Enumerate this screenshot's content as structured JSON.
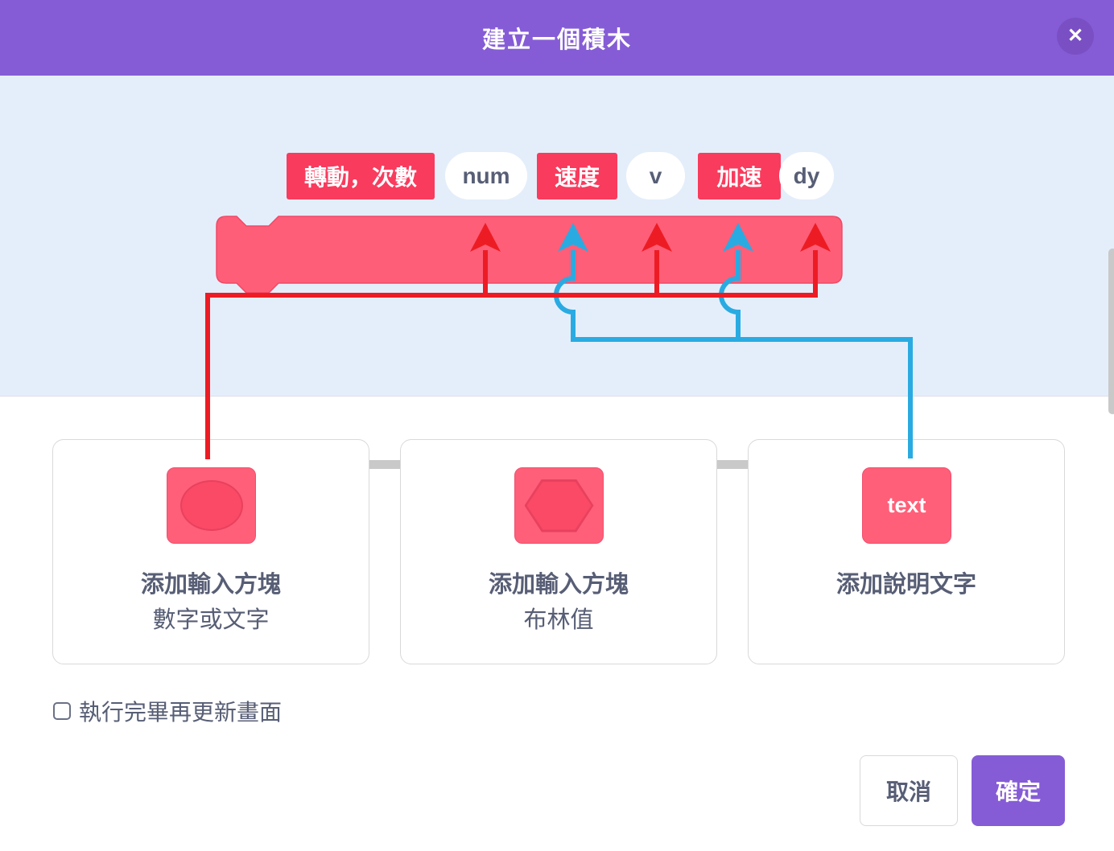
{
  "header": {
    "title": "建立一個積木"
  },
  "icons": {
    "close_icon": "✕"
  },
  "block_preview": {
    "parts": [
      {
        "type": "label-text",
        "text": "轉動，次數"
      },
      {
        "type": "number-input",
        "text": "num"
      },
      {
        "type": "label-text",
        "text": "速度"
      },
      {
        "type": "number-input",
        "text": "v"
      },
      {
        "type": "label-text",
        "text": "加速"
      },
      {
        "type": "number-input",
        "text": "dy"
      }
    ]
  },
  "annotations": {
    "red_arrow_targets": [
      "num",
      "v",
      "dy"
    ],
    "blue_arrow_targets": [
      "速度",
      "加速"
    ]
  },
  "cards": [
    {
      "icon": "oval-shape",
      "title": "添加輸入方塊",
      "subtitle": "數字或文字"
    },
    {
      "icon": "hexagon-shape",
      "title": "添加輸入方塊",
      "subtitle": "布林值"
    },
    {
      "icon": "text-shape",
      "icon_label": "text",
      "title": "添加說明文字"
    }
  ],
  "checkbox": {
    "label": "執行完畢再更新畫面",
    "checked": false
  },
  "footer": {
    "cancel_label": "取消",
    "ok_label": "確定"
  },
  "colors": {
    "header_bg": "#855cd6",
    "close_btn_bg": "#7a4fc4",
    "preview_bg": "#e4eefb",
    "block_fill": "#ff5e78",
    "block_stroke": "#ef4a67",
    "block_segment_bg": "#f93b5d",
    "block_text": "#ffffff",
    "oval_bg": "#ffffff",
    "oval_text": "#575e75",
    "arrow_red": "#ed1c24",
    "arrow_blue": "#29abe2",
    "card_border": "#d9d9d9",
    "card_text": "#575e75",
    "pink_square": "#ff5f79",
    "pink_square_border": "#f04f6d",
    "pink_shape": "#fa4a66",
    "pink_shape_border": "#e8415f",
    "scrollbar": "#c9c9c9",
    "ok_bg": "#855cd6",
    "button_border": "#d9d9d9"
  }
}
